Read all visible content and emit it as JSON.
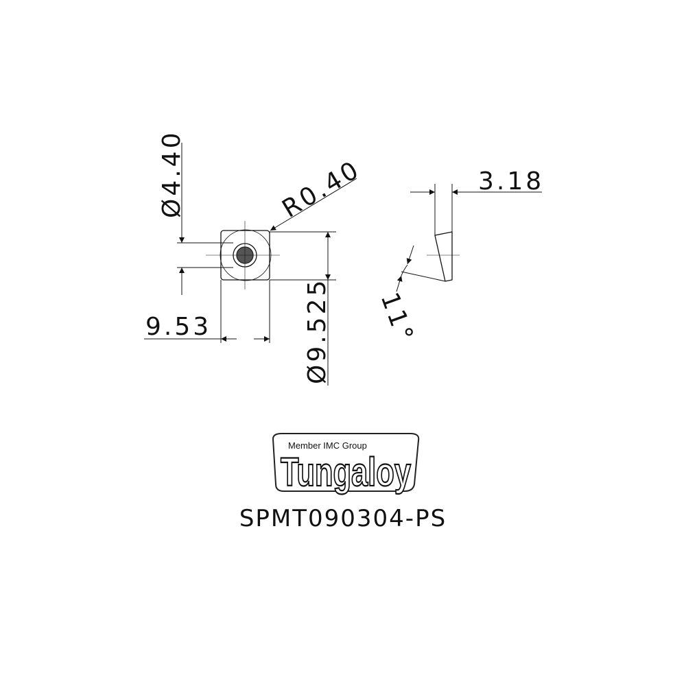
{
  "dimensions": {
    "hole_diameter": "Ø4.40",
    "corner_radius": "R0.40",
    "thickness": "3.18",
    "edge_length": "9.53",
    "inscribed_circle": "Ø9.525",
    "clearance_angle": "11°"
  },
  "logo": {
    "tagline": "Member IMC Group",
    "brand": "Tungaloy"
  },
  "part_number": "SPMT090304-PS",
  "colors": {
    "line": "#111111",
    "logo_fill": "#ffffff"
  }
}
